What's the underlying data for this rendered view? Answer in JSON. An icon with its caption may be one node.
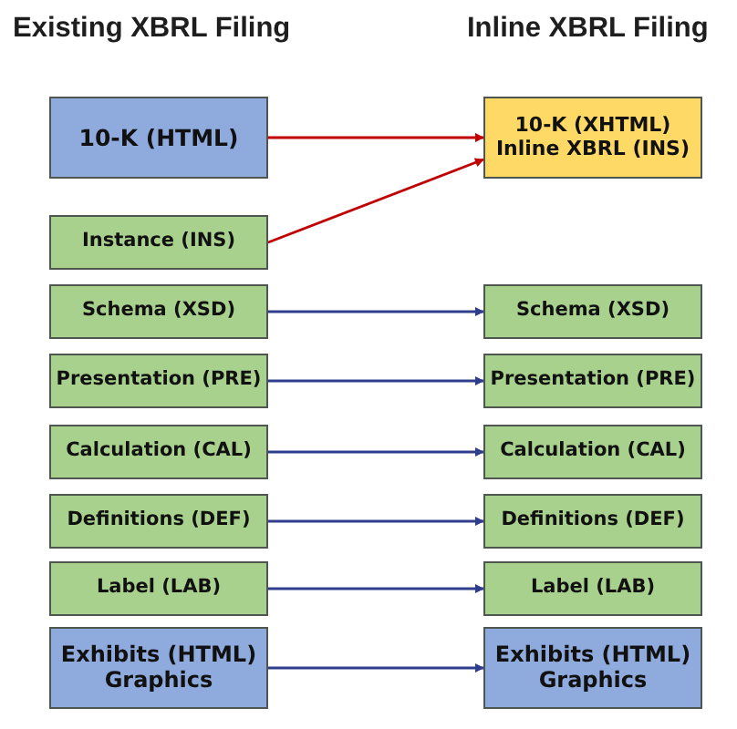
{
  "diagram": {
    "nodes": [
      {
        "text": [
          "10-K (HTML)"
        ]
      },
      {
        "text": [
          "10-K (XHTML) Inline XBRL (INS)"
        ]
      },
      {
        "text": [
          "Instance (INS)"
        ]
      },
      {
        "text": [
          "Schema (XSD)"
        ]
      },
      {
        "text": [
          "Schema (XSD)"
        ]
      },
      {
        "text": [
          "Presentation (PRE)"
        ]
      },
      {
        "text": [
          "Presentation (PRE)"
        ]
      },
      {
        "text": [
          "Calculation (CAL)"
        ]
      },
      {
        "text": [
          "Calculation (CAL)"
        ]
      },
      {
        "text": [
          "Definitions (DEF)"
        ]
      },
      {
        "text": [
          "Definitions (DEF)"
        ]
      },
      {
        "text": [
          "Label (LAB)"
        ]
      },
      {
        "text": [
          "Label (LAB)"
        ]
      },
      {
        "text": [
          "Exhibits (HTML) Graphics"
        ]
      },
      {
        "text": [
          "Exhibits (HTML) Graphics"
        ]
      }
    ],
    "edges": [
      {
        "from": 0,
        "to": 1,
        "arrow": "to",
        "color": "#c00000"
      },
      {
        "from": 2,
        "to": 1,
        "arrow": "to",
        "color": "#c00000"
      },
      {
        "from": 3,
        "to": 4,
        "arrow": "to"
      },
      {
        "from": 5,
        "to": 6,
        "arrow": "to"
      },
      {
        "from": 7,
        "to": 8,
        "arrow": "to"
      },
      {
        "from": 9,
        "to": 10,
        "arrow": "to"
      },
      {
        "from": 11,
        "to": 12,
        "arrow": "to"
      },
      {
        "from": 13,
        "to": 14,
        "arrow": "to"
      }
    ],
    "labels": [
      "Existing XBRL Filing",
      "Inline XBRL Filing"
    ]
  }
}
